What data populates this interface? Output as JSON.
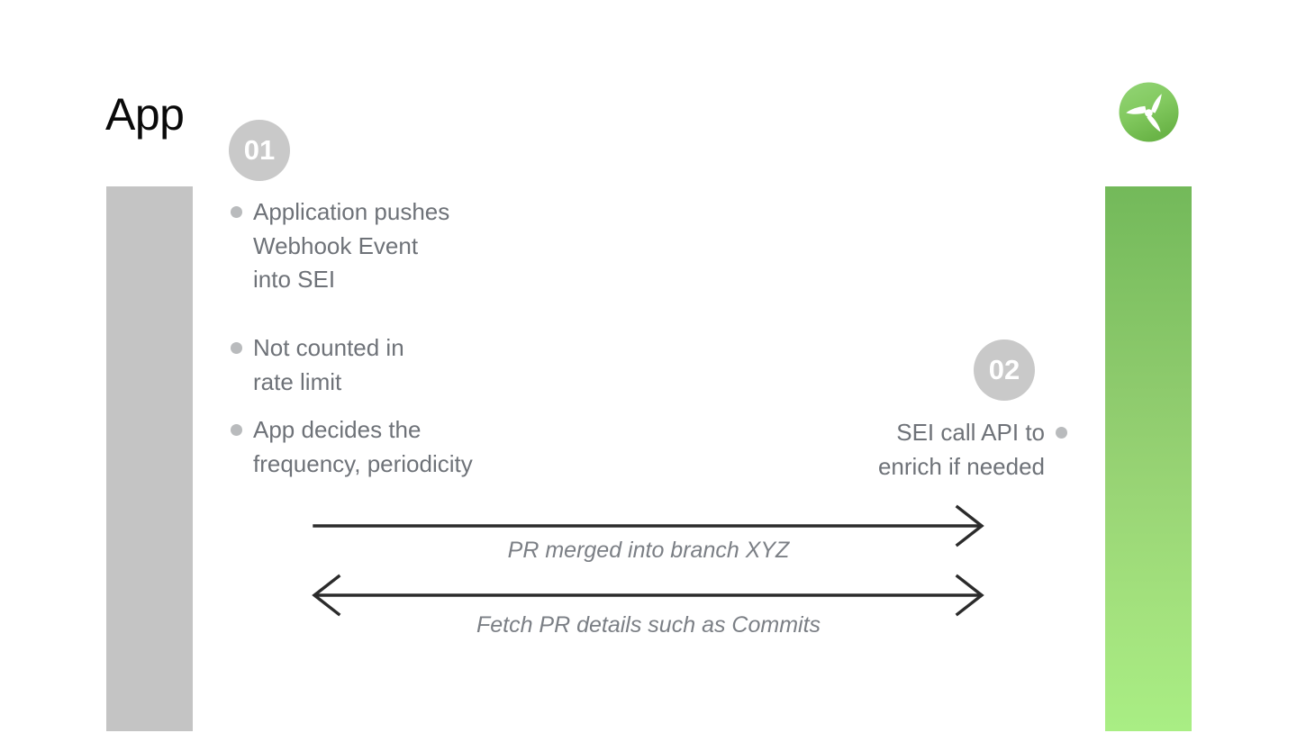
{
  "slide": {
    "title": "App",
    "background_color": "#ffffff"
  },
  "brand": {
    "logo_icon": "propeller-logo-icon",
    "logo_color_start": "#8fd06e",
    "logo_color_end": "#6cb548",
    "logo_mark_color": "#ffffff"
  },
  "lanes": [
    {
      "name": "app-lane",
      "color": "#c4c4c4",
      "side": "left"
    },
    {
      "name": "sei-lane",
      "gradient_top": "#73b95a",
      "gradient_bottom": "#a9ee84",
      "side": "right"
    }
  ],
  "steps": [
    {
      "number": "01",
      "side": "left",
      "badge_color": "#c9c9c9",
      "bullets": [
        "Application pushes\nWebhook Event\ninto SEI",
        "Not counted in\nrate limit",
        "App decides the\nfrequency, periodicity"
      ]
    },
    {
      "number": "02",
      "side": "right",
      "badge_color": "#c9c9c9",
      "bullets": [
        "SEI call API to\nenrich if needed"
      ]
    }
  ],
  "arrows": [
    {
      "name": "pr-merged-arrow",
      "label": "PR merged into branch XYZ",
      "direction": "right",
      "heads": [
        "right"
      ]
    },
    {
      "name": "fetch-pr-details-arrow",
      "label": "Fetch PR details such as Commits",
      "direction": "bidirectional",
      "heads": [
        "left",
        "right"
      ]
    }
  ],
  "colors": {
    "body_text": "#6e7278",
    "label_text": "#7b7f85",
    "arrow_stroke": "#2b2b2b",
    "bullet_dot": "#b9bbbd",
    "title_text": "#0a0a0a"
  }
}
